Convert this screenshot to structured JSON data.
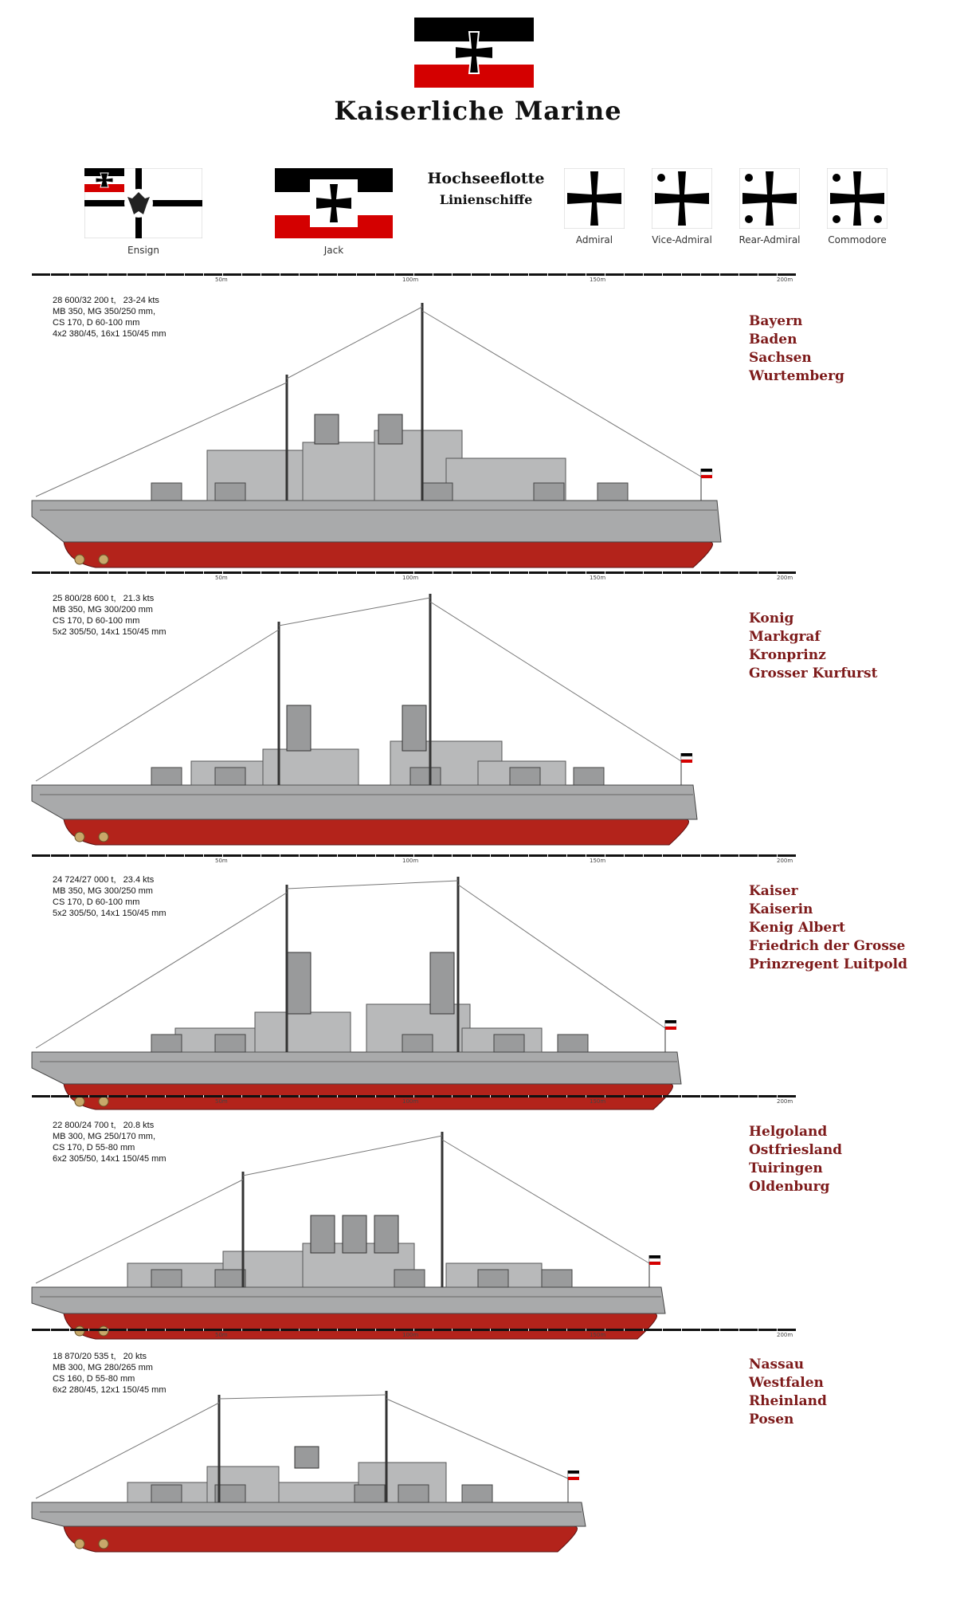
{
  "header": {
    "title": "Kaiserliche Marine",
    "fleet_line1": "Hochseeflotte",
    "fleet_line2": "Linienschiffe"
  },
  "flags": [
    {
      "name": "ensign",
      "label": "Ensign"
    },
    {
      "name": "jack",
      "label": "Jack"
    },
    {
      "name": "admiral",
      "label": "Admiral"
    },
    {
      "name": "vice-admiral",
      "label": "Vice-Admiral"
    },
    {
      "name": "rear-admiral",
      "label": "Rear-Admiral"
    },
    {
      "name": "commodore",
      "label": "Commodore"
    }
  ],
  "scale": {
    "ticks": [
      "50m",
      "100m",
      "150m",
      "200m"
    ]
  },
  "classes": [
    {
      "spec": "28 600/32 200 t,   23-24 kts\nMB 350, MG 350/250 mm,\nCS 170, D 60-100 mm\n4x2 380/45, 16x1 150/45 mm",
      "ships": [
        "Bayern",
        "Baden",
        "Sachsen",
        "Wurtemberg"
      ]
    },
    {
      "spec": "25 800/28 600 t,   21.3 kts\nMB 350, MG 300/200 mm\nCS 170, D 60-100 mm\n5x2 305/50, 14x1 150/45 mm",
      "ships": [
        "Konig",
        "Markgraf",
        "Kronprinz",
        "Grosser Kurfurst"
      ]
    },
    {
      "spec": "24 724/27 000 t,   23.4 kts\nMB 350, MG 300/250 mm\nCS 170, D 60-100 mm\n5x2 305/50, 14x1 150/45 mm",
      "ships": [
        "Kaiser",
        "Kaiserin",
        "Kenig Albert",
        "Friedrich der Grosse",
        "Prinzregent Luitpold"
      ]
    },
    {
      "spec": "22 800/24 700 t,   20.8 kts\nMB 300, MG 250/170 mm,\nCS 170, D 55-80 mm\n6x2 305/50, 14x1 150/45 mm",
      "ships": [
        "Helgoland",
        "Ostfriesland",
        "Tuiringen",
        "Oldenburg"
      ]
    },
    {
      "spec": "18 870/20 535 t,   20 kts\nMB 300, MG 280/265 mm\nCS 160, D 55-80 mm\n6x2 280/45, 12x1 150/45 mm",
      "ships": [
        "Nassau",
        "Westfalen",
        "Rheinland",
        "Posen"
      ]
    }
  ],
  "colors": {
    "hull_red": "#b3231b",
    "hull_grey": "#a9aaab",
    "name_red": "#7d1a1a"
  }
}
